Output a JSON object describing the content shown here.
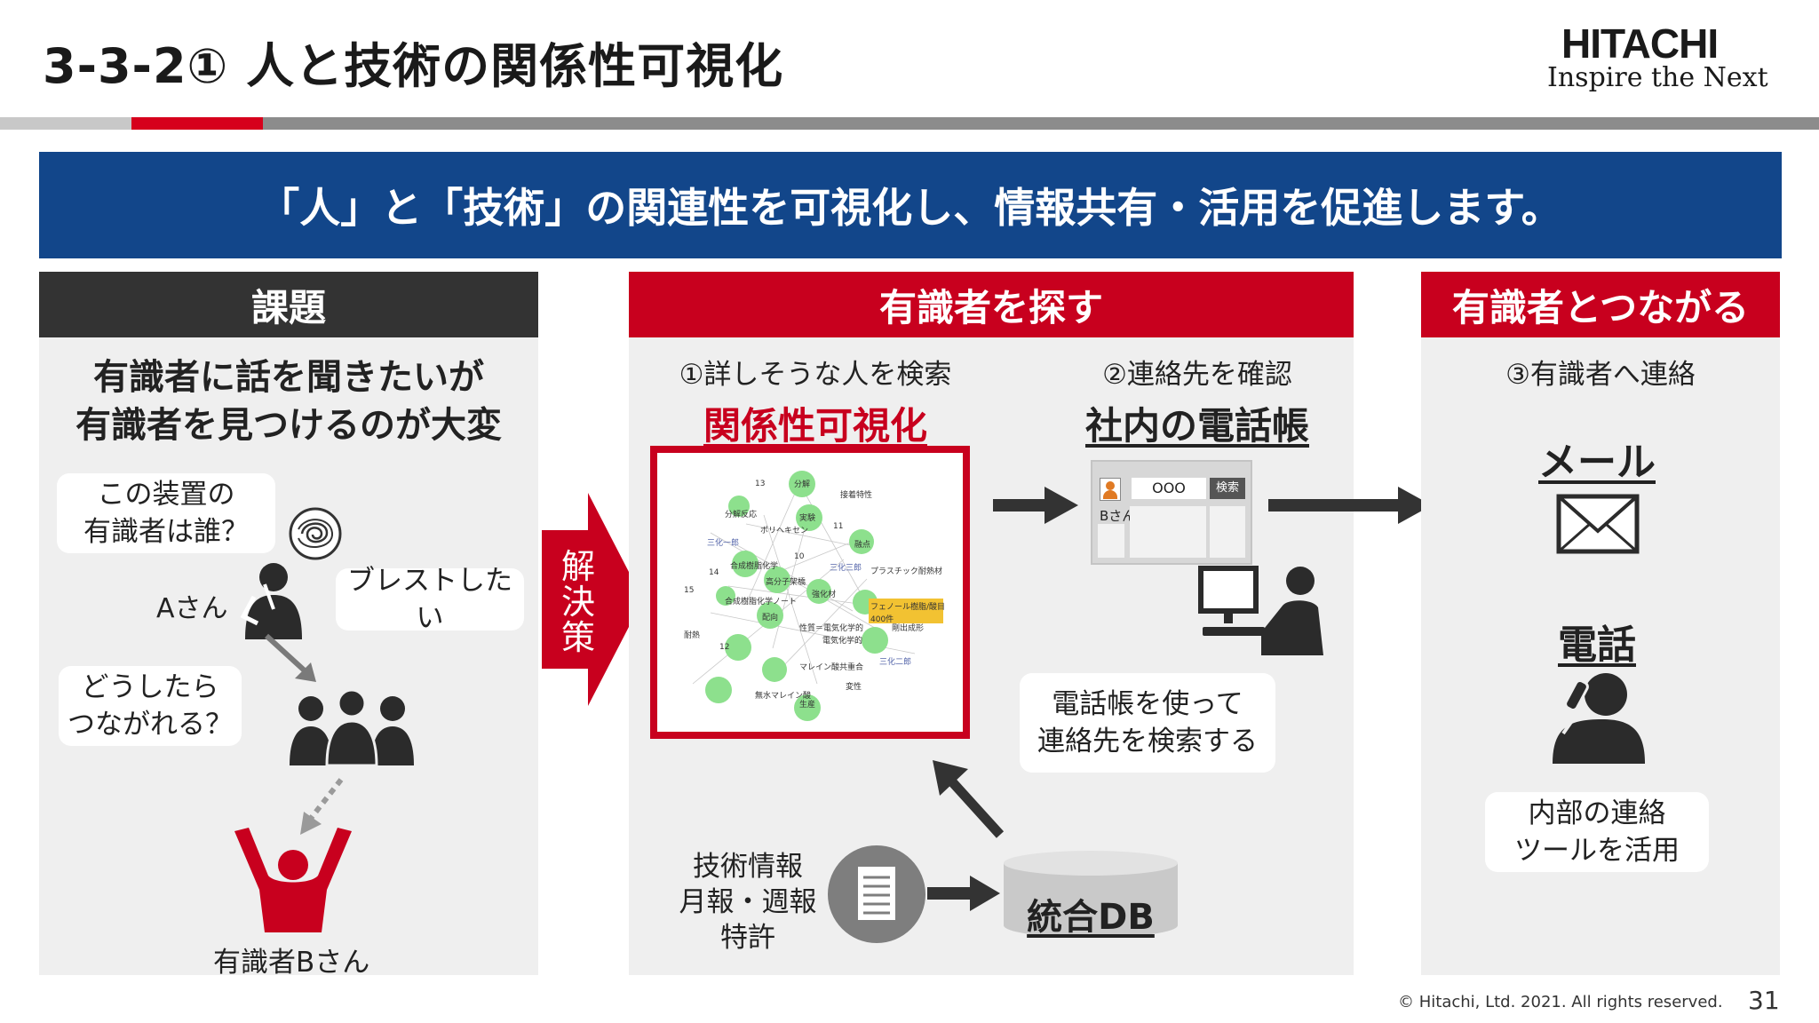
{
  "slide": {
    "title": "3-3-2① 人と技術の関係性可視化",
    "logo_main": "HITACHI",
    "logo_sub": "Inspire the Next",
    "banner": "「人」と「技術」の関連性を可視化し、情報共有・活用を促進します。",
    "copyright": "© Hitachi, Ltd. 2021. All rights reserved.",
    "page_number": "31"
  },
  "left_panel": {
    "header": "課題",
    "headline_1": "有識者に話を聞きたいが",
    "headline_2": "有識者を見つけるのが大変",
    "bubble_device_1": "この装置の",
    "bubble_device_2": "有識者は誰？",
    "person_a": "Aさん",
    "bubble_brainstorm": "ブレストしたい",
    "bubble_connect_1": "どうしたら",
    "bubble_connect_2": "つながれる？",
    "person_b": "有識者Bさん"
  },
  "solution_label": "解決策",
  "middle_panel": {
    "header": "有識者を探す",
    "step1": "①詳しそうな人を検索",
    "step1_title": "関係性可視化",
    "step2": "②連絡先を確認",
    "step2_title": "社内の電話帳",
    "search_value": "OOO",
    "search_button": "検索",
    "b_san": "Bさん",
    "bubble_phonebook_1": "電話帳を使って",
    "bubble_phonebook_2": "連絡先を検索する",
    "sources_1": "技術情報",
    "sources_2": "月報・週報",
    "sources_3": "特許",
    "db_label": "統合DB"
  },
  "graph": {
    "nodes": [
      "分解",
      "接着特性",
      "分解反応",
      "実験",
      "ポリヘキセン",
      "三化一郎",
      "融点",
      "合成樹脂化学",
      "三化三郎",
      "プラスチック耐熱材",
      "高分子架橋",
      "強化材",
      "フェノール樹脂/酸目",
      "400件",
      "配向",
      "性質＝電気化学的",
      "剛出成形",
      "合成樹脂化学ノート",
      "電気化学的",
      "三化二郎",
      "耐熱",
      "マレイン酸共重合",
      "変性",
      "無水マレイン酸",
      "生産"
    ],
    "numbers": [
      "13",
      "11",
      "10",
      "14",
      "15",
      "12"
    ]
  },
  "right_panel": {
    "header": "有識者とつながる",
    "step3": "③有識者へ連絡",
    "mail": "メール",
    "phone": "電話",
    "bubble_tool_1": "内部の連絡",
    "bubble_tool_2": "ツールを活用"
  },
  "colors": {
    "red": "#c8001e",
    "blue": "#12468a",
    "dark": "#333333",
    "panel": "#efefef",
    "node": "#8de08d"
  },
  "icons": [
    "envelope-icon",
    "phone-person-icon",
    "computer-user-icon",
    "document-icon",
    "database-icon",
    "crowd-icon",
    "raised-arms-person-icon",
    "frustrated-person-icon",
    "tangled-thought-icon",
    "arrow-right-icon",
    "arrow-up-left-icon"
  ]
}
